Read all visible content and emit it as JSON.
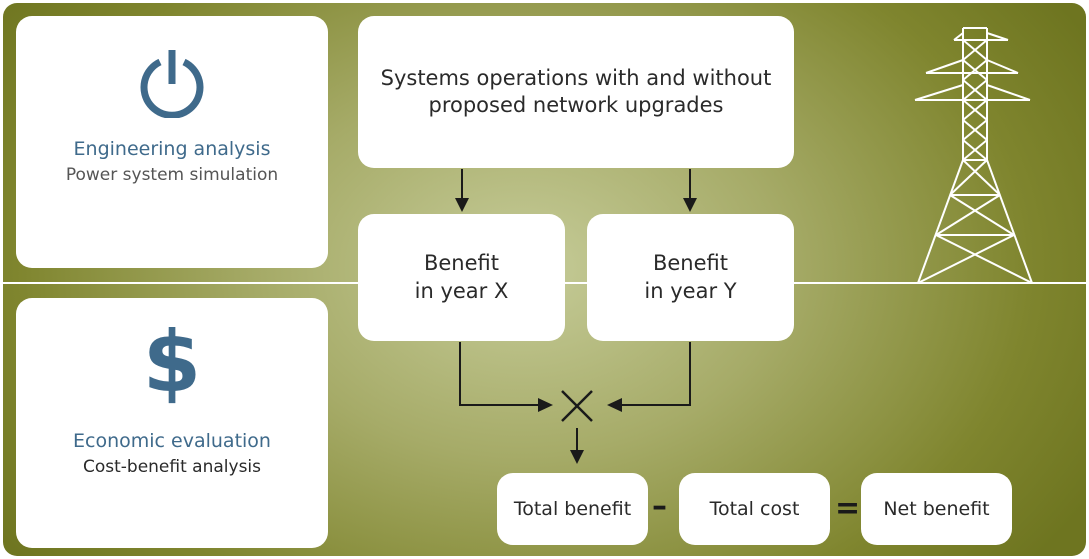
{
  "engineering": {
    "title": "Engineering analysis",
    "subtitle": "Power system simulation",
    "icon": "power-icon",
    "icon_color": "#3f6a8b"
  },
  "economic": {
    "title": "Economic evaluation",
    "subtitle": "Cost-benefit analysis",
    "icon": "dollar-icon",
    "icon_color": "#3f6a8b"
  },
  "operations": {
    "line1": "Systems operations with and without",
    "line2": "proposed network upgrades"
  },
  "benefit_x": {
    "line1": "Benefit",
    "line2": "in year X"
  },
  "benefit_y": {
    "line1": "Benefit",
    "line2": "in year Y"
  },
  "totals": {
    "total_benefit": "Total benefit",
    "minus": "–",
    "total_cost": "Total cost",
    "equals": "=",
    "net_benefit": "Net benefit"
  },
  "colors": {
    "panel": "#8a9036",
    "accent_blue": "#3f6a8b",
    "box": "#ffffff"
  }
}
